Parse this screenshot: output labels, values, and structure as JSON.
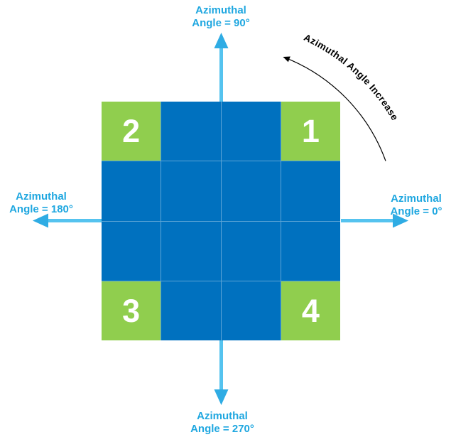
{
  "colors": {
    "grid_blue": "#0071BF",
    "grid_green": "#90CE4E",
    "grid_line": "#5CA4D6",
    "arrow_shaft": "#55C3EF",
    "arrow_head": "#2FACE4",
    "label_text": "#1FA7E0",
    "curve_color": "#000000",
    "cell_number_color": "#FFFFFF"
  },
  "grid": {
    "rows": 4,
    "cols": 4,
    "corner_labels": {
      "top_left": "2",
      "top_right": "1",
      "bottom_left": "3",
      "bottom_right": "4"
    },
    "cells": [
      {
        "color": "green",
        "label": "2"
      },
      {
        "color": "blue",
        "label": ""
      },
      {
        "color": "blue",
        "label": ""
      },
      {
        "color": "green",
        "label": "1"
      },
      {
        "color": "blue",
        "label": ""
      },
      {
        "color": "blue",
        "label": ""
      },
      {
        "color": "blue",
        "label": ""
      },
      {
        "color": "blue",
        "label": ""
      },
      {
        "color": "blue",
        "label": ""
      },
      {
        "color": "blue",
        "label": ""
      },
      {
        "color": "blue",
        "label": ""
      },
      {
        "color": "blue",
        "label": ""
      },
      {
        "color": "green",
        "label": "3"
      },
      {
        "color": "blue",
        "label": ""
      },
      {
        "color": "blue",
        "label": ""
      },
      {
        "color": "green",
        "label": "4"
      }
    ]
  },
  "axis_labels": {
    "top": {
      "line1": "Azimuthal",
      "line2": "Angle = 90°"
    },
    "right": {
      "line1": "Azimuthal",
      "line2": "Angle = 0°"
    },
    "left": {
      "line1": "Azimuthal",
      "line2": "Angle = 180°"
    },
    "bottom": {
      "line1": "Azimuthal",
      "line2": "Angle = 270°"
    }
  },
  "rotation_annotation": {
    "text": "Azimuthal Angle Increase"
  }
}
